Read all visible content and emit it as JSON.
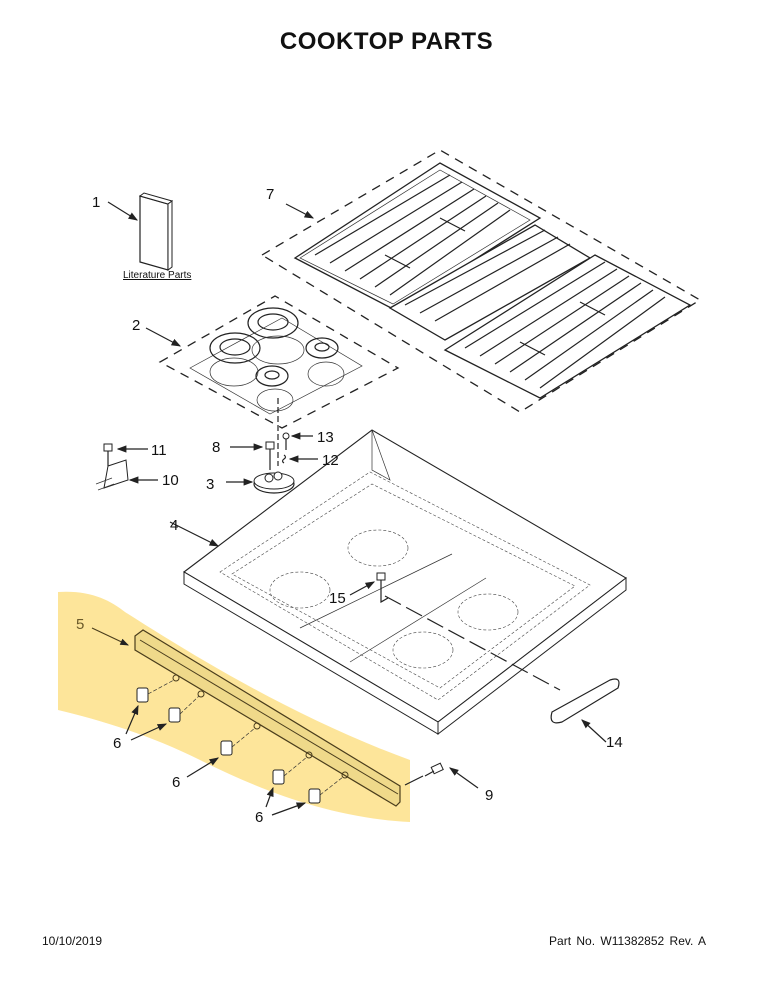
{
  "page": {
    "title": "COOKTOP PARTS",
    "date": "10/10/2019",
    "part_number": "Part No.  W11382852  Rev.  A"
  },
  "diagram": {
    "highlight_color": "#fde59a",
    "literature_label": "Literature Parts",
    "callouts": [
      {
        "id": "1",
        "label": "1",
        "part": "literature-parts"
      },
      {
        "id": "2",
        "label": "2",
        "part": "cooktop-burner-template"
      },
      {
        "id": "3",
        "label": "3",
        "part": "burner-base"
      },
      {
        "id": "4",
        "label": "4",
        "part": "cooktop-main-top"
      },
      {
        "id": "5",
        "label": "5",
        "part": "control-panel-trim",
        "highlighted": true
      },
      {
        "id": "6a",
        "label": "6",
        "part": "knob"
      },
      {
        "id": "6b",
        "label": "6",
        "part": "knob"
      },
      {
        "id": "6c",
        "label": "6",
        "part": "knob"
      },
      {
        "id": "7",
        "label": "7",
        "part": "grates"
      },
      {
        "id": "8",
        "label": "8",
        "part": "screw"
      },
      {
        "id": "9",
        "label": "9",
        "part": "screw"
      },
      {
        "id": "10",
        "label": "10",
        "part": "bracket"
      },
      {
        "id": "11",
        "label": "11",
        "part": "screw"
      },
      {
        "id": "12",
        "label": "12",
        "part": "spring"
      },
      {
        "id": "13",
        "label": "13",
        "part": "screw"
      },
      {
        "id": "14",
        "label": "14",
        "part": "grate-foot"
      },
      {
        "id": "15",
        "label": "15",
        "part": "screw"
      }
    ]
  }
}
